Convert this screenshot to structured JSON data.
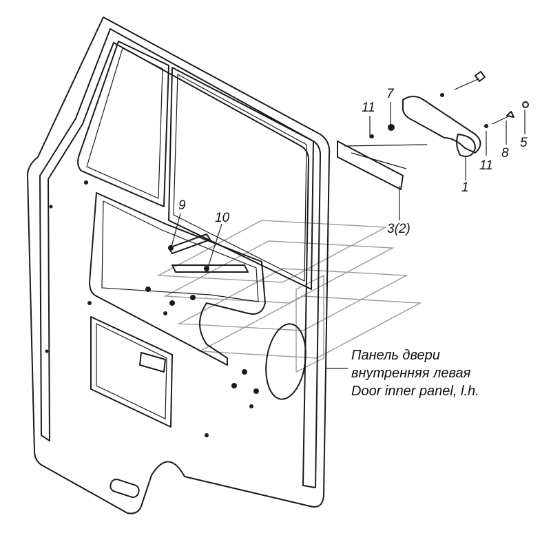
{
  "callouts": {
    "c1": "1",
    "c3": "3(2)",
    "c5": "5",
    "c7": "7",
    "c8": "8",
    "c9": "9",
    "c10": "10",
    "c11_top": "11",
    "c11_right": "11"
  },
  "caption": {
    "line1": "Панель двери",
    "line2": "внутренняя левая",
    "line3": "Door inner panel, l.h."
  }
}
